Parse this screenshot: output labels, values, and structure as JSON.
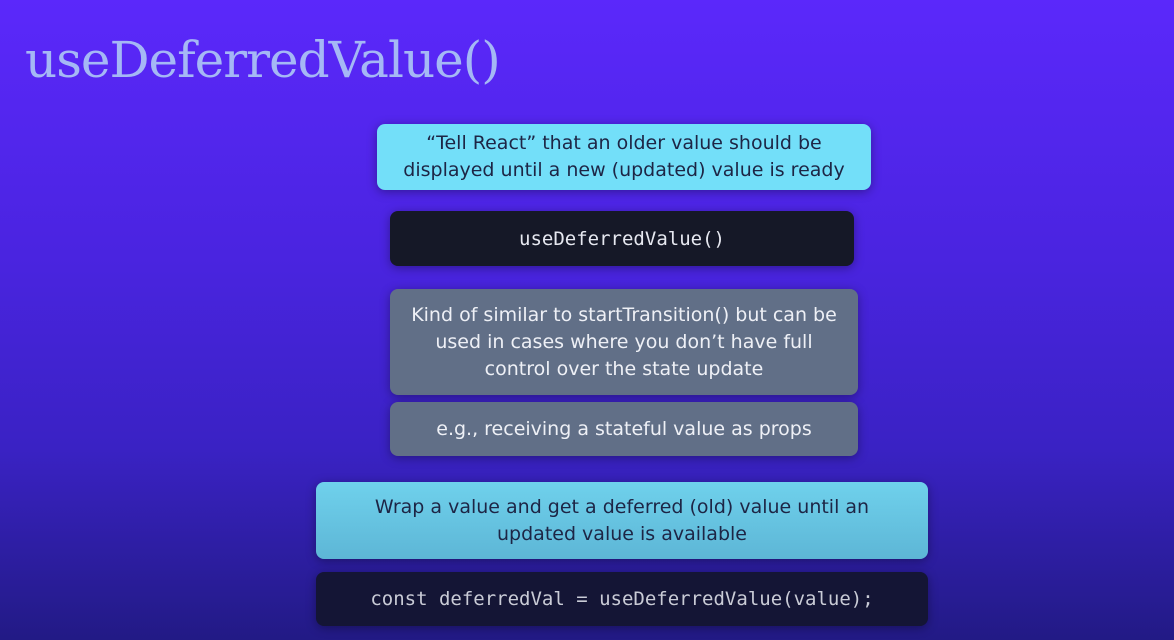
{
  "slide": {
    "title": "useDeferredValue()",
    "colors": {
      "background_top": "#5b28fb",
      "background_bottom": "#221a85",
      "title": "#a5b8f5",
      "highlight_box": "#73dff9",
      "code_box": "#151827",
      "note_box": "#616f87"
    },
    "boxes": [
      {
        "kind": "highlight",
        "text": "“Tell React” that an older value should be displayed until a new (updated) value is ready"
      },
      {
        "kind": "code",
        "text": "useDeferredValue()"
      },
      {
        "kind": "note",
        "text": "Kind of similar to startTransition() but can be used in cases where you don’t have full control over the state update"
      },
      {
        "kind": "note",
        "text": "e.g., receiving a stateful value as props"
      },
      {
        "kind": "highlight",
        "text": "Wrap a value and get a deferred (old) value until an updated value is available"
      },
      {
        "kind": "code",
        "text": "const deferredVal = useDeferredValue(value);"
      }
    ]
  }
}
